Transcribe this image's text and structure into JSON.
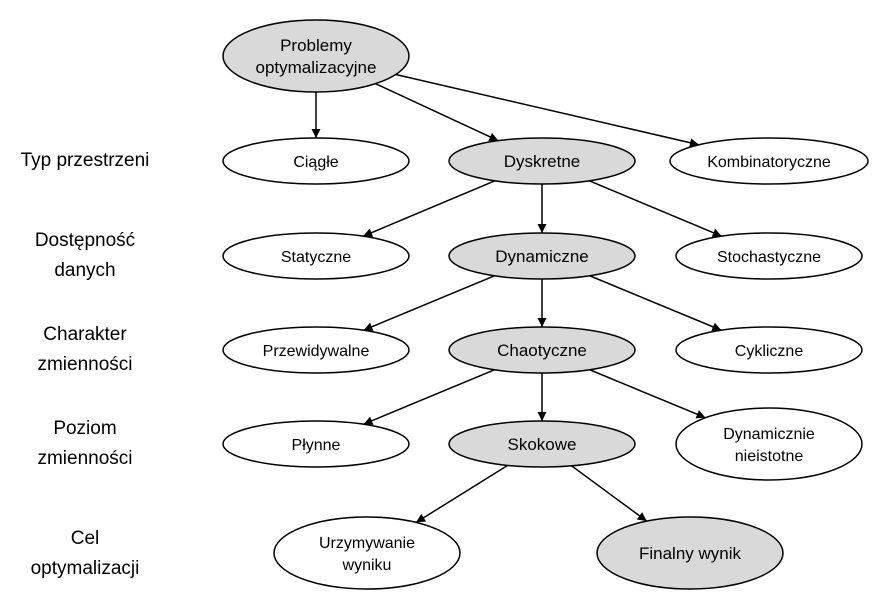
{
  "side_labels": [
    {
      "line1": "Typ przestrzeni",
      "line2": ""
    },
    {
      "line1": "Dostępność",
      "line2": "danych"
    },
    {
      "line1": "Charakter",
      "line2": "zmienności"
    },
    {
      "line1": "Poziom",
      "line2": "zmienności"
    },
    {
      "line1": "Cel",
      "line2": "optymalizacji"
    }
  ],
  "nodes": {
    "root": {
      "lines": [
        "Problemy",
        "optymalizacyjne"
      ],
      "highlighted": true
    },
    "ciagle": {
      "lines": [
        "Ciągłe"
      ],
      "highlighted": false
    },
    "dyskretne": {
      "lines": [
        "Dyskretne"
      ],
      "highlighted": true
    },
    "kombinatoryczne": {
      "lines": [
        "Kombinatoryczne"
      ],
      "highlighted": false
    },
    "statyczne": {
      "lines": [
        "Statyczne"
      ],
      "highlighted": false
    },
    "dynamiczne": {
      "lines": [
        "Dynamiczne"
      ],
      "highlighted": true
    },
    "stochastyczne": {
      "lines": [
        "Stochastyczne"
      ],
      "highlighted": false
    },
    "przewidywalne": {
      "lines": [
        "Przewidywalne"
      ],
      "highlighted": false
    },
    "chaotyczne": {
      "lines": [
        "Chaotyczne"
      ],
      "highlighted": true
    },
    "cykliczne": {
      "lines": [
        "Cykliczne"
      ],
      "highlighted": false
    },
    "plynne": {
      "lines": [
        "Płynne"
      ],
      "highlighted": false
    },
    "skokowe": {
      "lines": [
        "Skokowe"
      ],
      "highlighted": true
    },
    "dyn_nieistotne": {
      "lines": [
        "Dynamicznie",
        "nieistotne"
      ],
      "highlighted": false
    },
    "urzymywanie": {
      "lines": [
        "Urzymywanie",
        "wyniku"
      ],
      "highlighted": false
    },
    "finalny": {
      "lines": [
        "Finalny wynik"
      ],
      "highlighted": true
    }
  },
  "edges": [
    [
      "root",
      "ciagle"
    ],
    [
      "root",
      "dyskretne"
    ],
    [
      "root",
      "kombinatoryczne"
    ],
    [
      "dyskretne",
      "statyczne"
    ],
    [
      "dyskretne",
      "dynamiczne"
    ],
    [
      "dyskretne",
      "stochastyczne"
    ],
    [
      "dynamiczne",
      "przewidywalne"
    ],
    [
      "dynamiczne",
      "chaotyczne"
    ],
    [
      "dynamiczne",
      "cykliczne"
    ],
    [
      "chaotyczne",
      "plynne"
    ],
    [
      "chaotyczne",
      "skokowe"
    ],
    [
      "chaotyczne",
      "dyn_nieistotne"
    ],
    [
      "skokowe",
      "urzymywanie"
    ],
    [
      "skokowe",
      "finalny"
    ]
  ],
  "colors": {
    "highlight_fill": "#d9d9d9",
    "plain_fill": "#ffffff",
    "stroke": "#000000"
  }
}
